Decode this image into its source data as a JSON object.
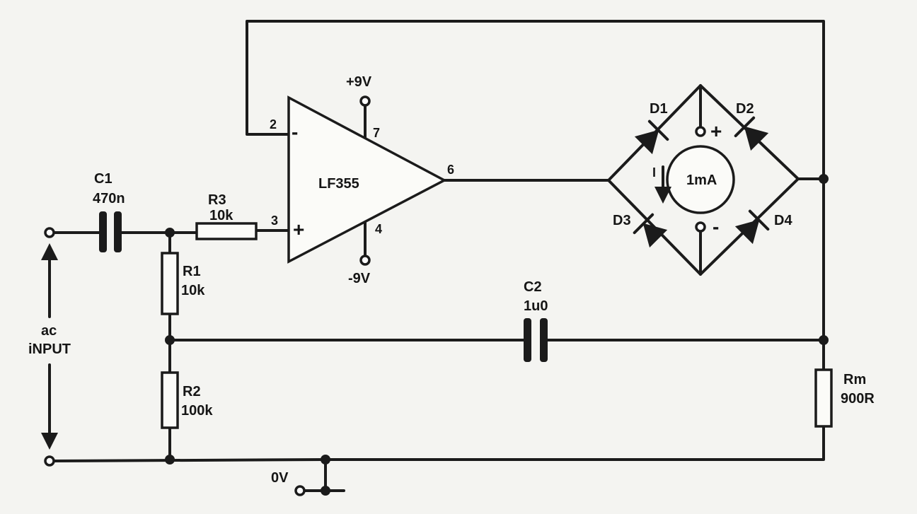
{
  "opamp": {
    "name": "LF355",
    "pin_inv": "2",
    "pin_noninv": "3",
    "pin_out": "6",
    "pin_vpos": "7",
    "pin_vneg": "4",
    "sign_minus": "-",
    "sign_plus": "+"
  },
  "supplies": {
    "pos": "+9V",
    "neg": "-9V",
    "ground": "0V"
  },
  "components": {
    "c1": {
      "ref": "C1",
      "value": "470n"
    },
    "c2": {
      "ref": "C2",
      "value": "1u0"
    },
    "r1": {
      "ref": "R1",
      "value": "10k"
    },
    "r2": {
      "ref": "R2",
      "value": "100k"
    },
    "r3": {
      "ref": "R3",
      "value": "10k"
    },
    "rm": {
      "ref": "Rm",
      "value": "900R"
    }
  },
  "bridge": {
    "d1": "D1",
    "d2": "D2",
    "d3": "D3",
    "d4": "D4",
    "meter": "1mA",
    "current": "I",
    "meter_plus": "+",
    "meter_minus": "-"
  },
  "input": {
    "line1": "ac",
    "line2": "iNPUT"
  }
}
